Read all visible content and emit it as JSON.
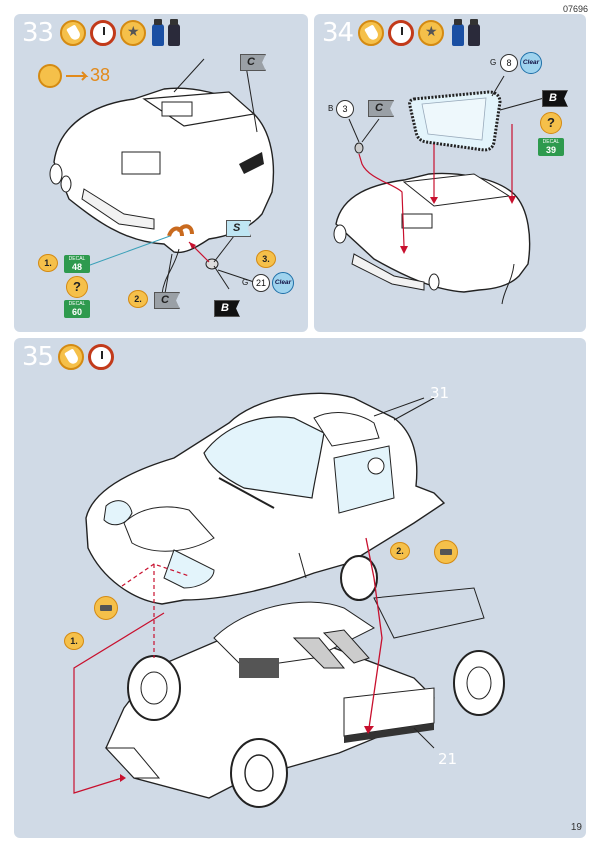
{
  "doc_code": "07696",
  "page_number": "19",
  "step33": {
    "number": "33",
    "ref": "38",
    "decal1": {
      "label": "DECAL",
      "num": "48"
    },
    "decal2": {
      "label": "DECAL",
      "num": "60"
    },
    "substeps": [
      "1.",
      "2.",
      "3."
    ],
    "question": "?",
    "flags": {
      "top_c": "C",
      "s": "S",
      "c2": "C",
      "b": "B"
    },
    "part_g": {
      "letter": "G",
      "num": "21"
    },
    "clear": "Clear"
  },
  "step34": {
    "number": "34",
    "part_g": {
      "letter": "G",
      "num": "8"
    },
    "part_b": {
      "letter": "B",
      "num": "3"
    },
    "flags": {
      "c": "C",
      "b": "B"
    },
    "clear": "Clear",
    "question": "?",
    "decal": {
      "label": "DECAL",
      "num": "39"
    }
  },
  "step35": {
    "number": "35",
    "label_top": "31",
    "label_bottom": "21",
    "substeps": [
      "1.",
      "2."
    ]
  }
}
